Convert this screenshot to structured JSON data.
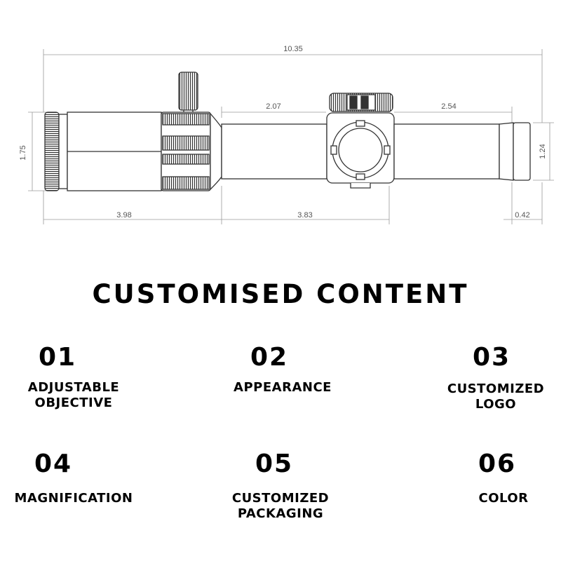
{
  "dimensions": {
    "overall_length": "10.35",
    "objective_height": "1.75",
    "objective_section_length": "3.98",
    "tube_front_length": "2.07",
    "tube_rear_length": "2.54",
    "eyepiece_height": "1.24",
    "tube_total_length": "3.83",
    "eyepiece_length": "0.42"
  },
  "heading": "CUSTOMISED CONTENT",
  "items": [
    {
      "num": "01",
      "label": "ADJUSTABLE\nOBJECTIVE"
    },
    {
      "num": "02",
      "label": "APPEARANCE"
    },
    {
      "num": "03",
      "label": "CUSTOMIZED\nLOGO"
    },
    {
      "num": "04",
      "label": "MAGNIFICATION"
    },
    {
      "num": "05",
      "label": "CUSTOMIZED\nPACKAGING"
    },
    {
      "num": "06",
      "label": "COLOR"
    }
  ],
  "colors": {
    "line": "#333333",
    "dim": "#9a9a9a",
    "text": "#000000"
  }
}
